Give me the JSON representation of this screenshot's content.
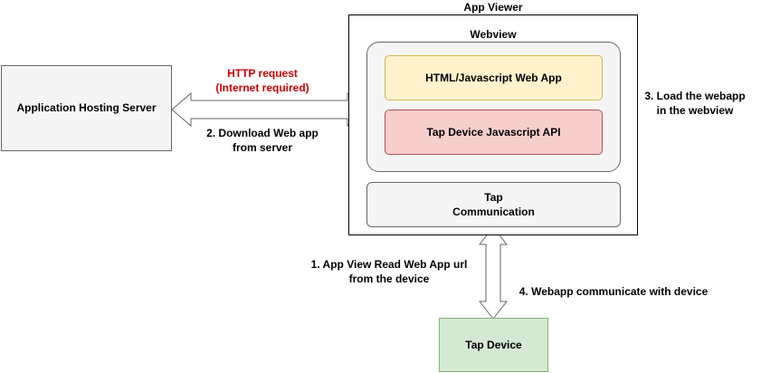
{
  "colors": {
    "server_fill": "#f5f5f5",
    "server_stroke": "#666666",
    "webview_fill": "#f5f5f5",
    "webapp_fill": "#fff2cc",
    "webapp_stroke": "#d6b656",
    "api_fill": "#f8cecc",
    "api_stroke": "#b85450",
    "tapcomm_fill": "#f5f5f5",
    "device_fill": "#d5e8d4",
    "device_stroke": "#82b366",
    "red_text": "#cc0000",
    "arrow_fill": "#ffffff",
    "arrow_stroke": "#666666"
  },
  "server": {
    "label": "Application Hosting Server"
  },
  "app_viewer": {
    "title": "App Viewer"
  },
  "webview": {
    "title": "Webview"
  },
  "webapp": {
    "label": "HTML/Javascript Web App"
  },
  "api": {
    "label": "Tap Device Javascript API"
  },
  "tap_comm": {
    "line1": "Tap",
    "line2": "Communication"
  },
  "device": {
    "label": "Tap Device"
  },
  "http": {
    "line1": "HTTP request",
    "line2": "(Internet required)"
  },
  "step1": {
    "line1": "1. App View Read Web App url",
    "line2": "from the device"
  },
  "step2": {
    "line1": "2. Download Web app",
    "line2": "from server"
  },
  "step3": {
    "line1": "3. Load the webapp",
    "line2": "in the webview"
  },
  "step4": {
    "label": "4. Webapp communicate with device"
  }
}
